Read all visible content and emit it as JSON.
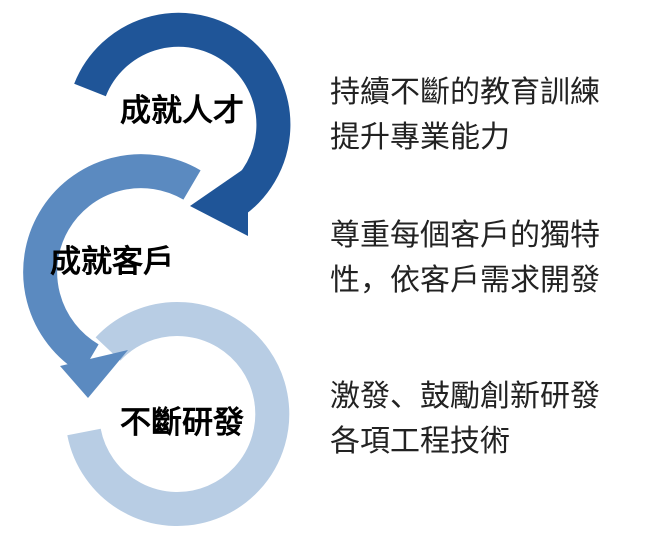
{
  "colors": {
    "ring_top": "#1f5598",
    "ring_middle": "#5b8ac0",
    "ring_bottom": "#b8cde4"
  },
  "steps": [
    {
      "title": "成就人才",
      "desc_lines": [
        "持續不斷的教育訓練",
        "提升專業能力"
      ]
    },
    {
      "title": "成就客戶",
      "desc_lines": [
        "尊重每個客戶的獨特",
        "性，依客戶需求開發"
      ]
    },
    {
      "title": "不斷研發",
      "desc_lines": [
        "激發、鼓勵創新研發",
        "各項工程技術"
      ]
    }
  ]
}
